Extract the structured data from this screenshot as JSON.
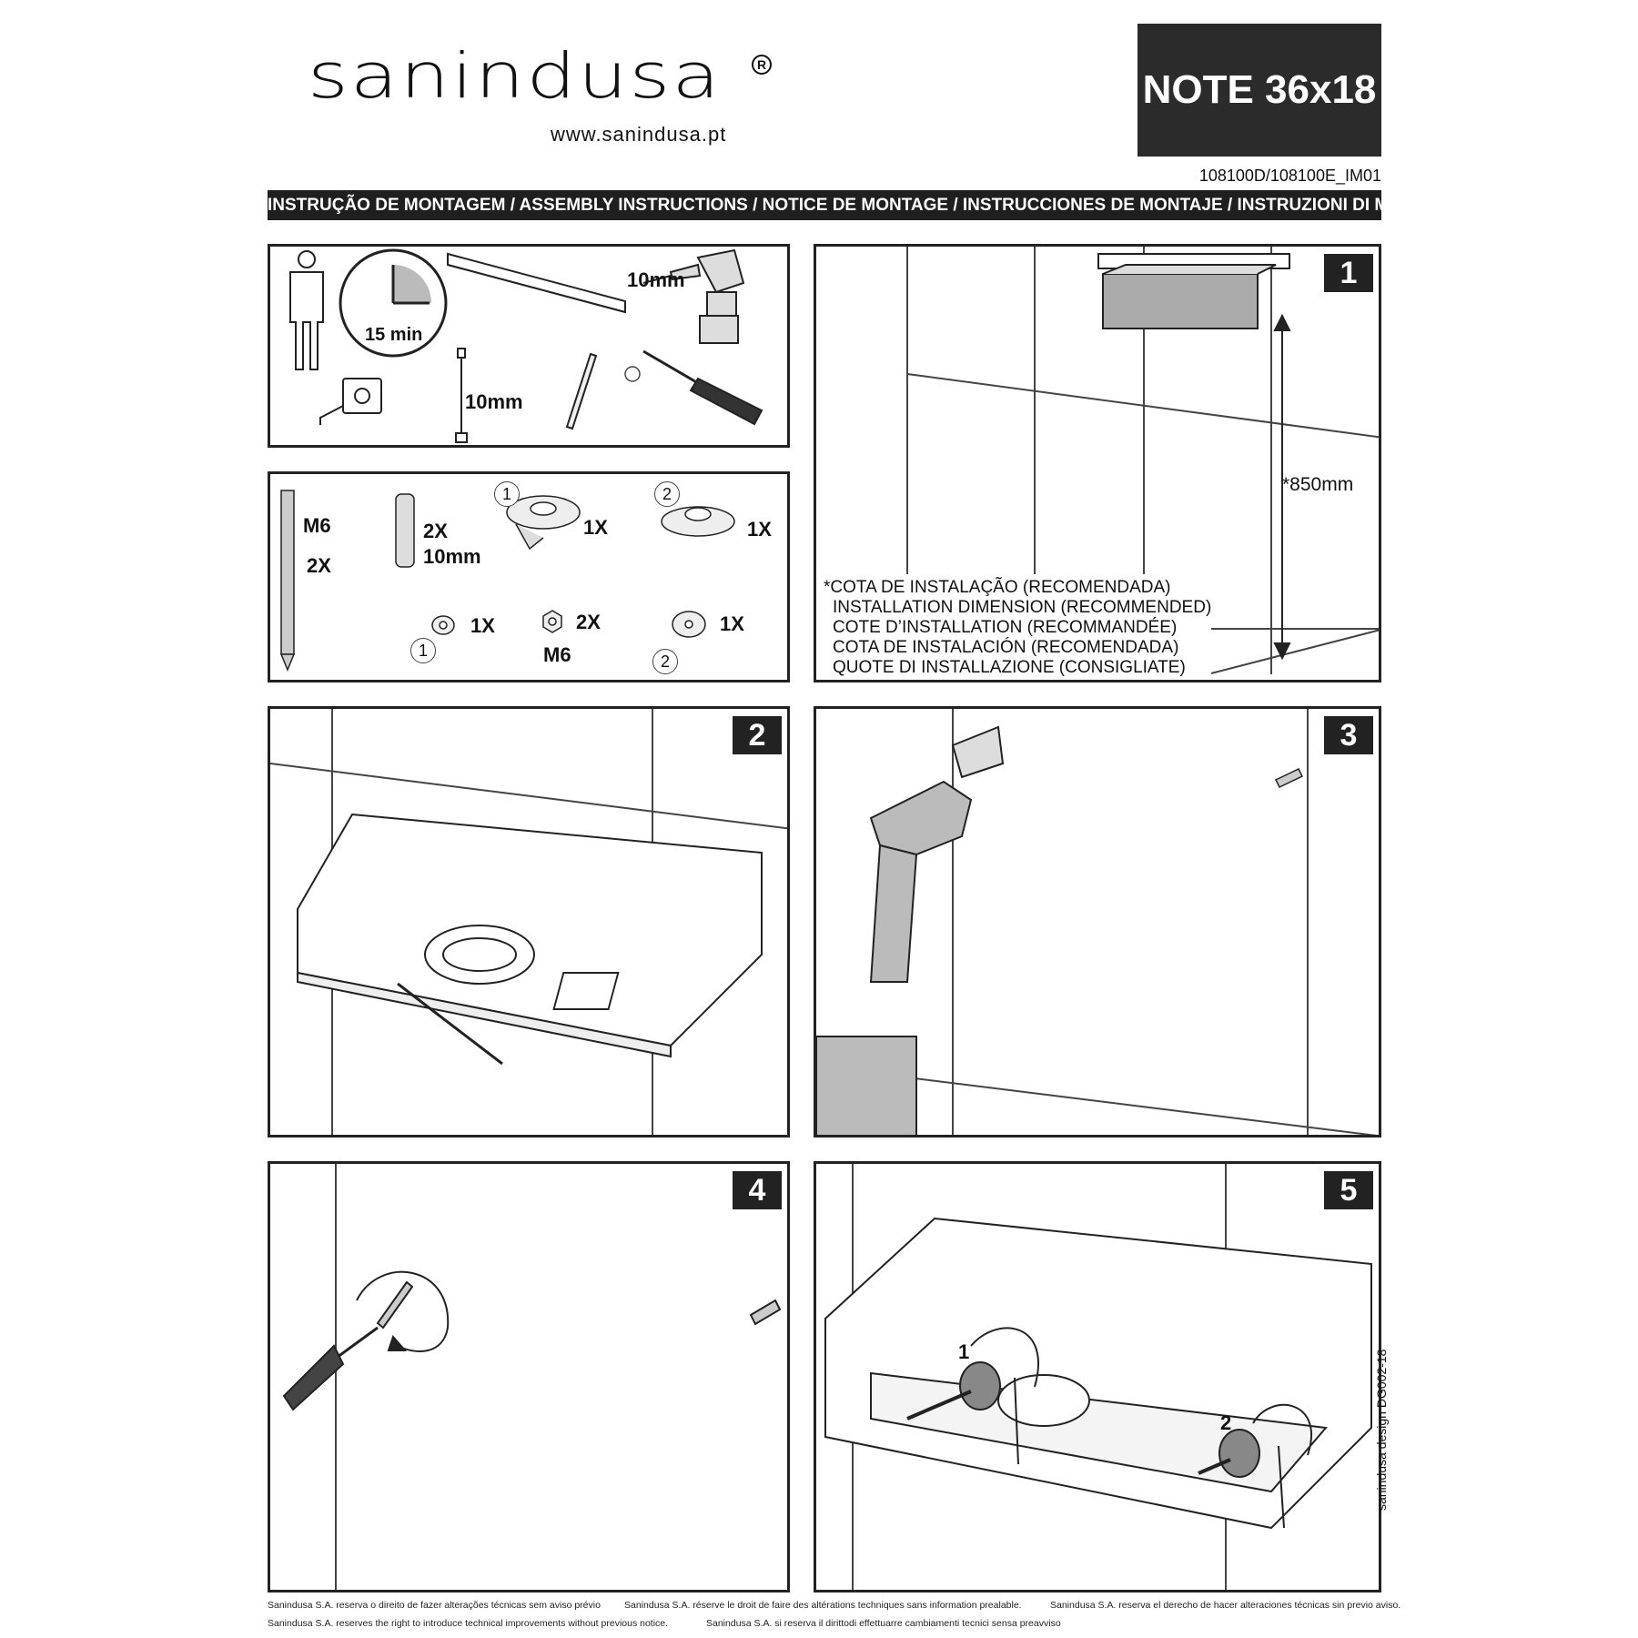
{
  "header": {
    "brand": "sanindusa",
    "registered_mark": "R",
    "website": "www.sanindusa.pt",
    "product_title": "NOTE 36x18",
    "doc_code": "108100D/108100E_IM01"
  },
  "banner": "INSTRUÇÃO DE MONTAGEM / ASSEMBLY INSTRUCTIONS / NOTICE DE MONTAGE / INSTRUCCIONES DE MONTAJE / INSTRUZIONI DI MONTAGGIO",
  "tools": {
    "time": "15 min",
    "drill_size": "10mm",
    "wrench_size": "10mm"
  },
  "parts": {
    "screw_label": "M6",
    "screw_qty": "2X",
    "plug_qty": "2X",
    "plug_size": "10mm",
    "part1_num": "1",
    "part1_qty": "1X",
    "part2_num": "2",
    "part2_qty": "1X",
    "washer1_num": "1",
    "washer1_qty": "1X",
    "nut_qty": "2X",
    "nut_label": "M6",
    "washer2_num": "2",
    "washer2_qty": "1X"
  },
  "steps": {
    "s1": "1",
    "s2": "2",
    "s3": "3",
    "s4": "4",
    "s5": "5",
    "s5_callout1": "1",
    "s5_callout2": "2"
  },
  "step1": {
    "dimension": "*850mm",
    "notes": [
      "*COTA DE INSTALAÇÃO (RECOMENDADA)",
      "INSTALLATION DIMENSION (RECOMMENDED)",
      "COTE D’INSTALLATION (RECOMMANDÉE)",
      "COTA DE INSTALACIÓN (RECOMENDADA)",
      "QUOTE DI INSTALLAZIONE (CONSIGLIATE)"
    ]
  },
  "footer": {
    "pt": "Sanindusa S.A. reserva o direito de fazer alterações técnicas sem aviso prévio",
    "fr": "Sanindusa S.A. réserve le droit de faire des altérations techniques sans information prealable.",
    "es": "Sanindusa S.A. reserva el derecho de hacer alteraciones técnicas sin previo aviso.",
    "en": "Sanindusa S.A. reserves the right to introduce technical improvements without previous notice.",
    "it": "Sanindusa S.A. si reserva il dirittodi effettuarre cambiamenti tecnici sensa preavviso"
  },
  "side_text": "sanindusa design DG002-18"
}
